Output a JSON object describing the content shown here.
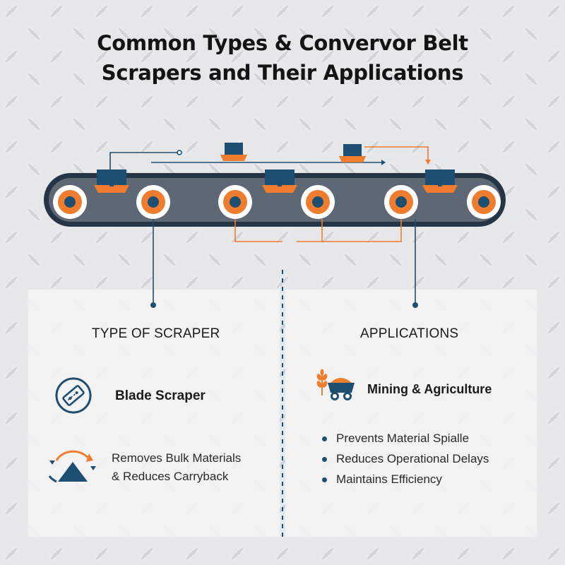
{
  "title": {
    "line1": "Common Types & Convervor Belt",
    "line2": "Scrapers and Their Applications"
  },
  "left_panel": {
    "heading": "TYPE OF SCRAPER",
    "item_title": "Blade Scraper",
    "item_icon": "blade-scraper-icon",
    "desc_line1": "Removes Bulk Materials",
    "desc_line2": "& Reduces Carryback",
    "desc_icon": "material-pile-cycle-icon"
  },
  "right_panel": {
    "heading": "APPLICATIONS",
    "item_title": "Mining & Agriculture",
    "item_icon": "mining-cart-wheat-icon",
    "bullets": [
      "Prevents Material Spialle",
      "Reduces Operational Delays",
      "Maintains Efficiency"
    ]
  },
  "colors": {
    "navy": "#1f4e73",
    "orange": "#ef7d2d",
    "belt": "#5d6874",
    "belt_outline": "#263545",
    "background": "#e7e8ea"
  }
}
